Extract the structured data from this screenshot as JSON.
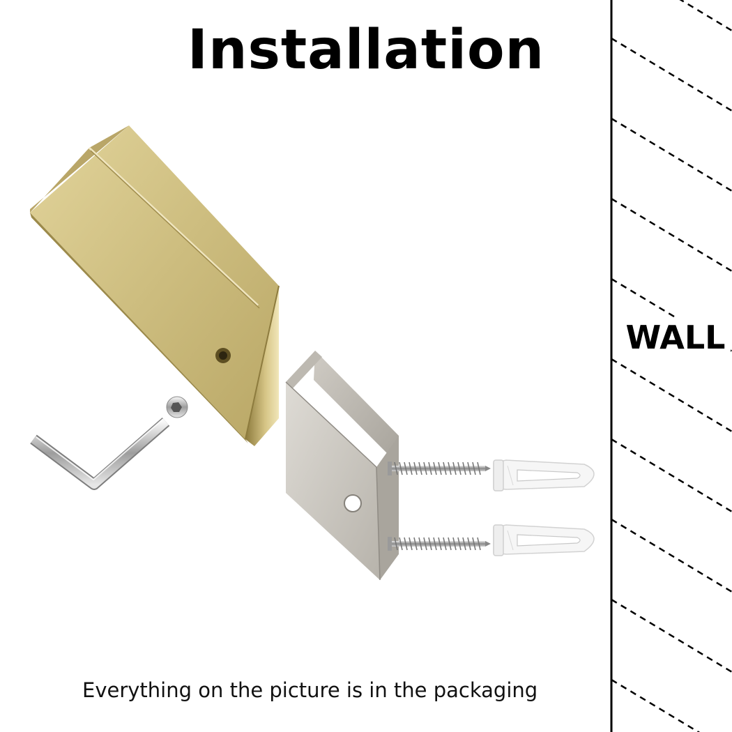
{
  "title": "Installation",
  "wall_label": "WALL",
  "caption": "Everything on the picture is in the packaging",
  "colors": {
    "gold_cover": "#c8b877",
    "steel_bracket": "#c9c5be",
    "wall_line": "#000000",
    "anchor": "#f4f4f4"
  },
  "parts": [
    {
      "name": "gold-cover-icon"
    },
    {
      "name": "hex-key-icon"
    },
    {
      "name": "set-screw-icon"
    },
    {
      "name": "mounting-bracket-icon"
    },
    {
      "name": "screw-icon"
    },
    {
      "name": "wall-anchor-icon"
    }
  ]
}
